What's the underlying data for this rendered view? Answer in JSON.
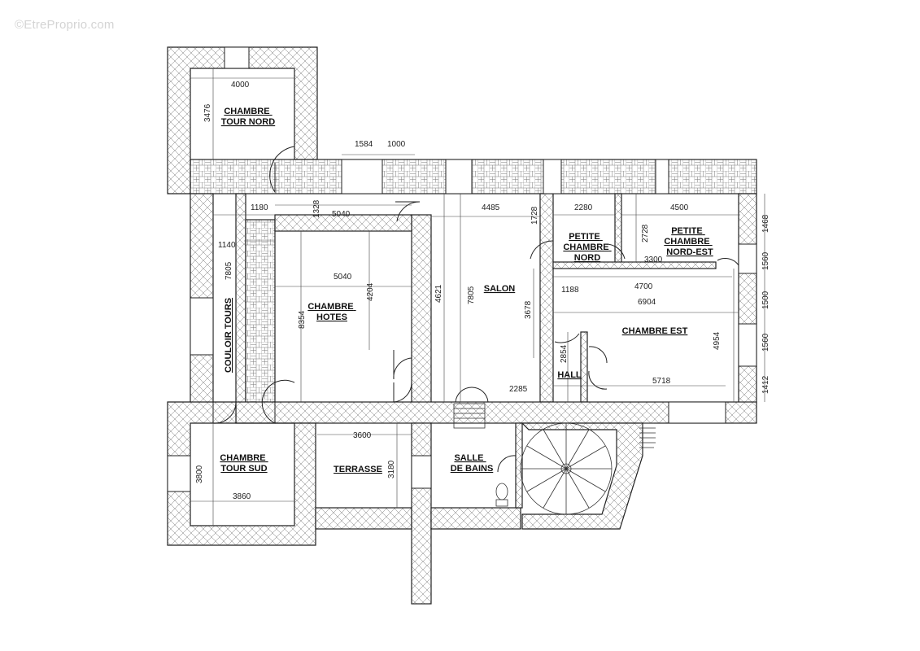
{
  "watermark": "©EtreProprio.com",
  "rooms": {
    "chambre_tour_nord": [
      "CHAMBRE",
      "TOUR NORD"
    ],
    "chambre_hotes": [
      "CHAMBRE",
      "HOTES"
    ],
    "salon": "SALON",
    "petite_chambre_nord": [
      "PETITE",
      "CHAMBRE",
      "NORD"
    ],
    "petite_chambre_nord_est": [
      "PETITE",
      "CHAMBRE",
      "NORD-EST"
    ],
    "chambre_est": "CHAMBRE EST",
    "hall": "HALL",
    "couloir_tours": "COULOIR TOURS",
    "chambre_tour_sud": [
      "CHAMBRE",
      "TOUR SUD"
    ],
    "terrasse": "TERRASSE",
    "salle_de_bains": [
      "SALLE",
      "DE BAINS"
    ]
  },
  "dimensions": {
    "d4000": "4000",
    "d3476": "3476",
    "d1584": "1584",
    "d1000": "1000",
    "d1180": "1180",
    "d1328": "1328",
    "d5040a": "5040",
    "d4485": "4485",
    "d1728": "1728",
    "d2280": "2280",
    "d4500": "4500",
    "d2728": "2728",
    "d1468": "1468",
    "d1140": "1140",
    "d7805a": "7805",
    "d5040b": "5040",
    "d4204": "4204",
    "d4621": "4621",
    "d7805b": "7805",
    "d3300": "3300",
    "d1560a": "1560",
    "d1188": "1188",
    "d4700": "4700",
    "d6904": "6904",
    "d1500": "1500",
    "d8354": "8354",
    "d3678": "3678",
    "d2854": "2854",
    "d4954": "4954",
    "d1560b": "1560",
    "d5718": "5718",
    "d2285": "2285",
    "d1412": "1412",
    "d3600": "3600",
    "d3800": "3800",
    "d3180": "3180",
    "d3860": "3860"
  }
}
